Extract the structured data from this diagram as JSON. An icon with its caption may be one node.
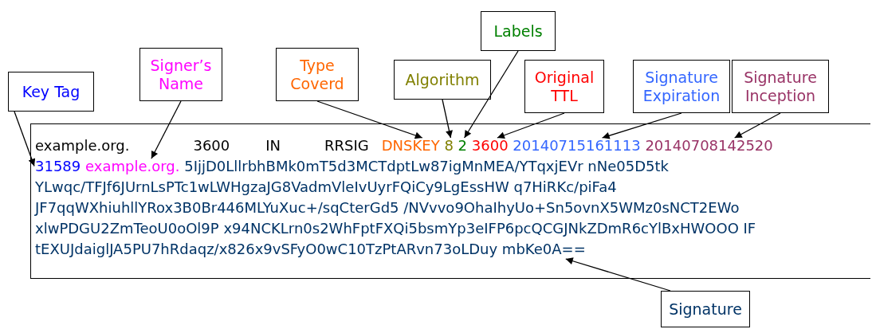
{
  "diagram": {
    "nodes": [
      {
        "text": [
          "Key Tag"
        ]
      },
      {
        "text": [
          "Signer’s Name"
        ]
      },
      {
        "text": [
          "Type Coverd"
        ]
      },
      {
        "text": [
          "Algorithm"
        ]
      },
      {
        "text": [
          "Labels"
        ]
      },
      {
        "text": [
          "Original TTL"
        ]
      },
      {
        "text": [
          "Signature Expiration"
        ]
      },
      {
        "text": [
          "Signature Inception"
        ]
      },
      {
        "text": [
          "Signature"
        ]
      },
      {
        "text": [],
        "shape": "box"
      },
      {
        "text": [
          "DNSKEY"
        ],
        "in": 9
      },
      {
        "text": [
          "8"
        ],
        "in": 9
      },
      {
        "text": [
          "2"
        ],
        "in": 9
      },
      {
        "text": [
          "3600"
        ],
        "in": 9
      },
      {
        "text": [
          "20140715161113"
        ],
        "in": 9
      },
      {
        "text": [
          "20140708142520"
        ],
        "in": 9
      },
      {
        "text": [
          "31589"
        ],
        "in": 9
      },
      {
        "text": [
          "example.org."
        ],
        "in": 9
      },
      {
        "text": [
          "5IjjD0LllrbhBMk0mT5d3MCTdptLw87igMnMEA/YTqxjEVr nNe05D5tk YLwqc/TFJf6JUrnLsPTc1wLWHgzaJG8VadmVleIvUyrFQiCy9LgEssHW q7HiRKc/piFa4 JF7qqWXhiuhllYRox3B0Br446MLYuXuc+/sqCterGd5 /NVvvo9OhaIhyUo+Sn5ovnX5WMz0sNCT2EWo xlwPDGU2ZmTeoU0oOl9P x94NCKLrn0s2WhFptFXQi5bsmYp3eIFP6pcQCGJNkZDmR6cYlBxHWOOO IF tEXUJdaiglJA5PU7hRdaqz/x826x9vSFyO0wC10TzPtARvn73oLDuy mbKe0A=="
        ],
        "in": 9
      }
    ],
    "edges": [
      {
        "from": 0,
        "to": 16,
        "arrow": "to"
      },
      {
        "from": 1,
        "to": 17,
        "arrow": "to"
      },
      {
        "from": 2,
        "to": 10,
        "arrow": "to"
      },
      {
        "from": 3,
        "to": 11,
        "arrow": "to"
      },
      {
        "from": 4,
        "to": 12,
        "arrow": "to"
      },
      {
        "from": 5,
        "to": 13,
        "arrow": "to"
      },
      {
        "from": 6,
        "to": 14,
        "arrow": "to"
      },
      {
        "from": 7,
        "to": 15,
        "arrow": "to"
      },
      {
        "from": 8,
        "to": 18,
        "arrow": "to"
      }
    ],
    "labels": [
      "example.org.",
      "3600",
      "IN",
      "RRSIG"
    ]
  }
}
